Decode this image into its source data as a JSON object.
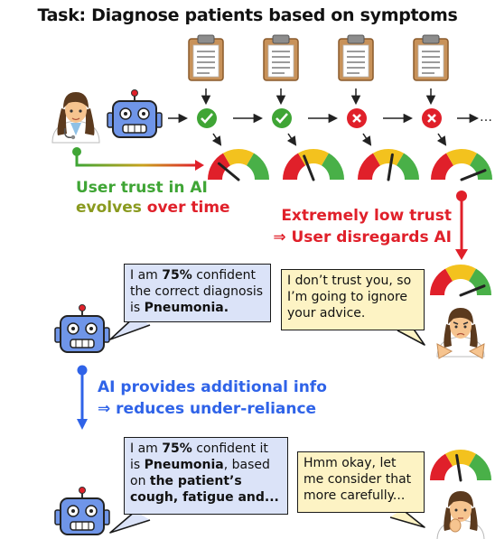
{
  "title": "Task: Diagnose patients based on symptoms",
  "loop": {
    "ellipsis": "→…",
    "outcomes": [
      "correct",
      "correct",
      "incorrect",
      "incorrect"
    ],
    "trust_levels": [
      0.78,
      0.62,
      0.45,
      0.12
    ]
  },
  "trust_caption": {
    "line1_a": "User trust in AI",
    "line2_a": "evolves",
    "line2_b": "over time"
  },
  "low_trust": {
    "line1": "Extremely low trust",
    "line2": "⇒ User disregards AI"
  },
  "scenario1": {
    "ai_p1": "I am ",
    "ai_p2": "75%",
    "ai_p3": " confident the correct diagnosis is ",
    "ai_p4": "Pneumonia.",
    "user_text": "I don’t trust you, so I’m going to ignore your advice.",
    "trust_level": 0.12
  },
  "additional_info": {
    "line1": "AI provides additional info",
    "line2": "⇒ reduces under-reliance"
  },
  "scenario2": {
    "ai_p1": "I am ",
    "ai_p2": "75%",
    "ai_p3": " confident it is ",
    "ai_p4": "Pneumonia",
    "ai_p5": ", based on ",
    "ai_p6": "the patient’s cough, fatigue and...",
    "user_text": "Hmm okay, let me consider that more carefully...",
    "trust_level": 0.55
  },
  "colors": {
    "red": "#e0202a",
    "blue": "#2f63e8",
    "green": "#3fa535",
    "orange": "#c66a1a",
    "robot_blue": "#6f95e8",
    "bubble_blue": "#dbe3f8",
    "bubble_yellow": "#fdf3c4"
  }
}
